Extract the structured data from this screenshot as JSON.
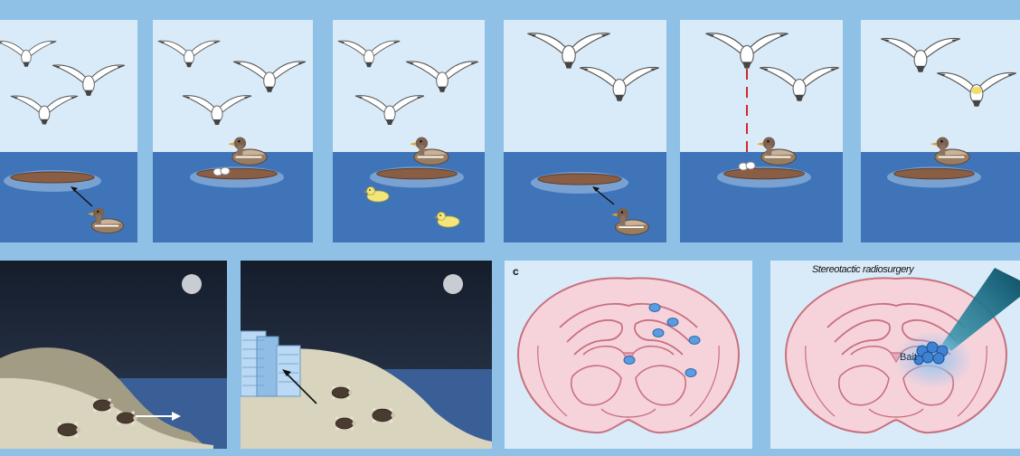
{
  "panel_c": {
    "letter": "c"
  },
  "radiosurgery": {
    "title": "Stereotactic radiosurgery",
    "bait": "Bait"
  },
  "colors": {
    "frame": "#8fc0e6",
    "sky": "#d9ebf8",
    "water": "#3f74b8",
    "night": "#1e2a3c",
    "brain": "#f6d3db",
    "brain_outline": "#c8707f",
    "tumor": "#4d8fd6"
  },
  "icons": [
    "gull-icon",
    "duck-icon",
    "egg-icon",
    "duckling-icon",
    "island-icon",
    "arrow-icon",
    "moon-icon",
    "turtle-icon",
    "building-icon",
    "brain-icon",
    "tumor-icon",
    "beam-icon"
  ]
}
